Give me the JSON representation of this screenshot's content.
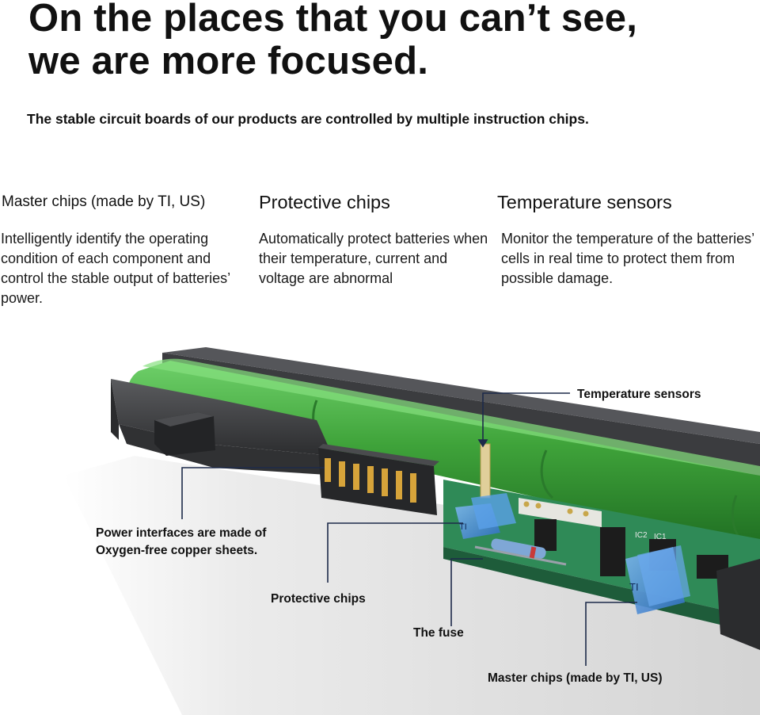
{
  "header": {
    "headline_line1": "On the places that you can’t see,",
    "headline_line2": "we are more focused.",
    "subheadline": "The stable circuit boards of our products are controlled by multiple instruction chips."
  },
  "features": [
    {
      "title": "Master chips (made by TI, US)",
      "description": "Intelligently identify the operating condition of each component and control the stable output of batteries’ power."
    },
    {
      "title": "Protective chips",
      "description": "Automatically protect batteries when their temperature, current and voltage are abnormal"
    },
    {
      "title": "Temperature sensors",
      "description": "Monitor the temperature of the batteries’ cells in real time to protect them from possible damage."
    }
  ],
  "callouts": {
    "temperature_sensors": "Temperature sensors",
    "power_interfaces_line1": "Power interfaces are made of",
    "power_interfaces_line2": "Oxygen-free copper sheets.",
    "protective_chips": "Protective chips",
    "fuse": "The fuse",
    "master_chips": "Master chips (made by TI, US)"
  },
  "chip_marks": {
    "ti_small": "TI",
    "ti_large": "TI",
    "ic2": "IC2",
    "ic1": "IC1"
  },
  "colors": {
    "cell_green": "#3fa33a",
    "case_dark": "#3a3b3d",
    "pcb_green": "#2f8a57",
    "chip_blue": "#3f86d6",
    "connector_gold": "#c9962e",
    "leader_line": "#1d2a4a"
  }
}
